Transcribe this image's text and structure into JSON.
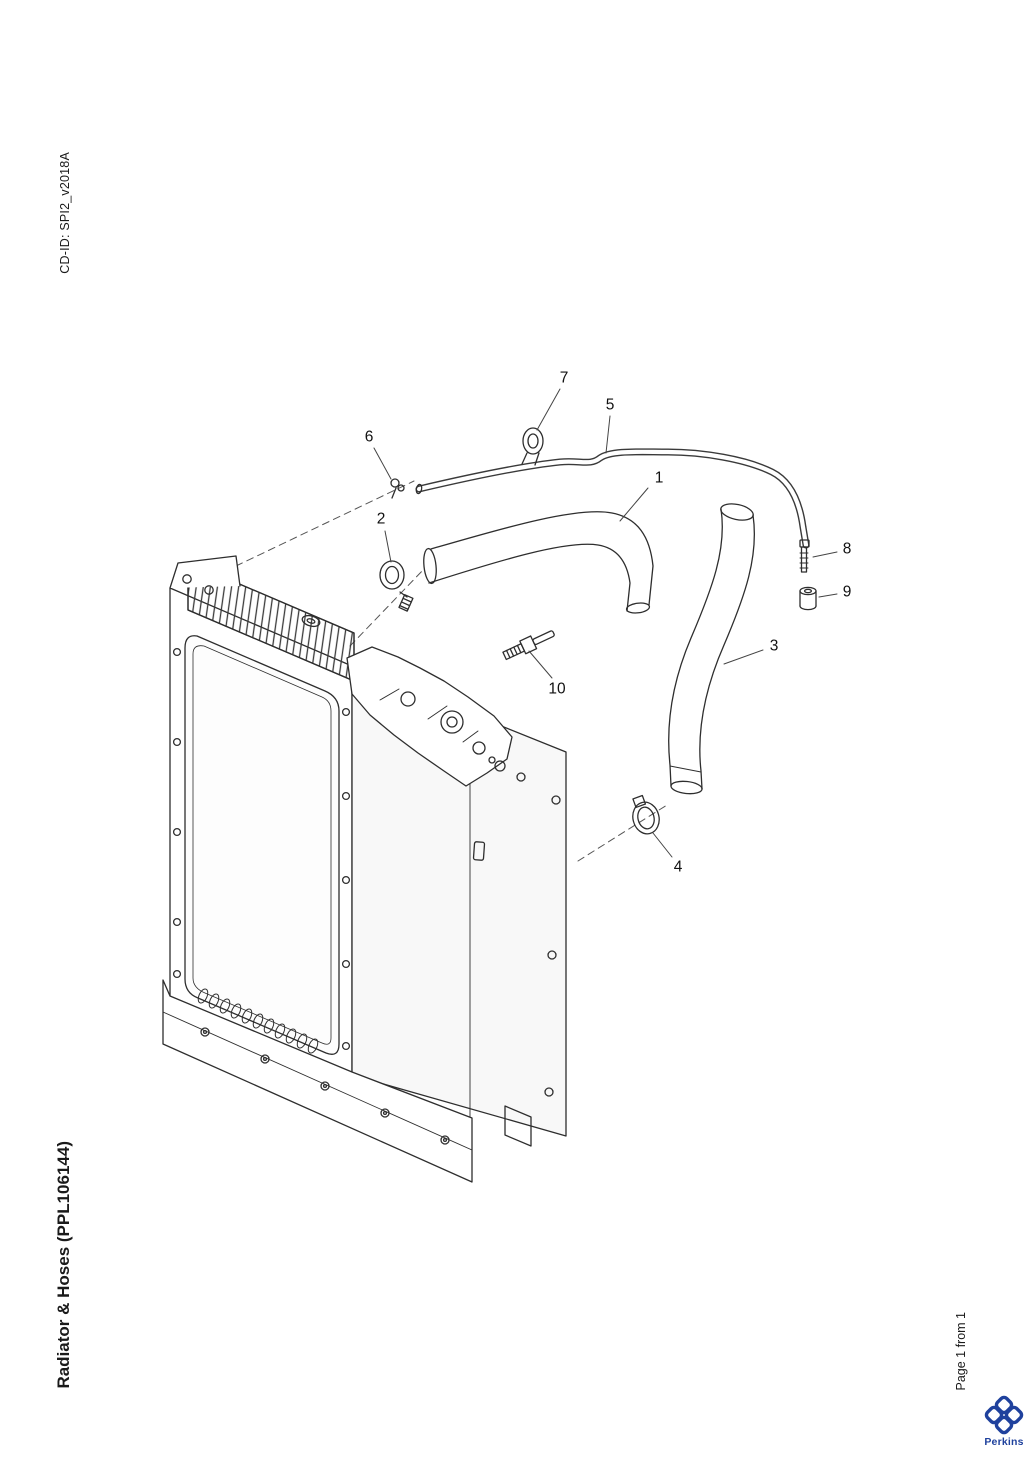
{
  "page": {
    "cd_id": "CD-ID: SPI2_v2018A",
    "title": "Radiator & Hoses (PPL106144)",
    "page_indicator": "Page 1 from 1"
  },
  "brand": {
    "name": "Perkins",
    "color": "#1f419d"
  },
  "diagram": {
    "kind": "exploded-parts-line-drawing",
    "subject": "Radiator with hoses, clamps, clips, bolt, nut and sensor",
    "callouts": [
      {
        "id": 1,
        "label": "1"
      },
      {
        "id": 2,
        "label": "2"
      },
      {
        "id": 3,
        "label": "3"
      },
      {
        "id": 4,
        "label": "4"
      },
      {
        "id": 5,
        "label": "5"
      },
      {
        "id": 6,
        "label": "6"
      },
      {
        "id": 7,
        "label": "7"
      },
      {
        "id": 8,
        "label": "8"
      },
      {
        "id": 9,
        "label": "9"
      },
      {
        "id": 10,
        "label": "10"
      }
    ]
  }
}
